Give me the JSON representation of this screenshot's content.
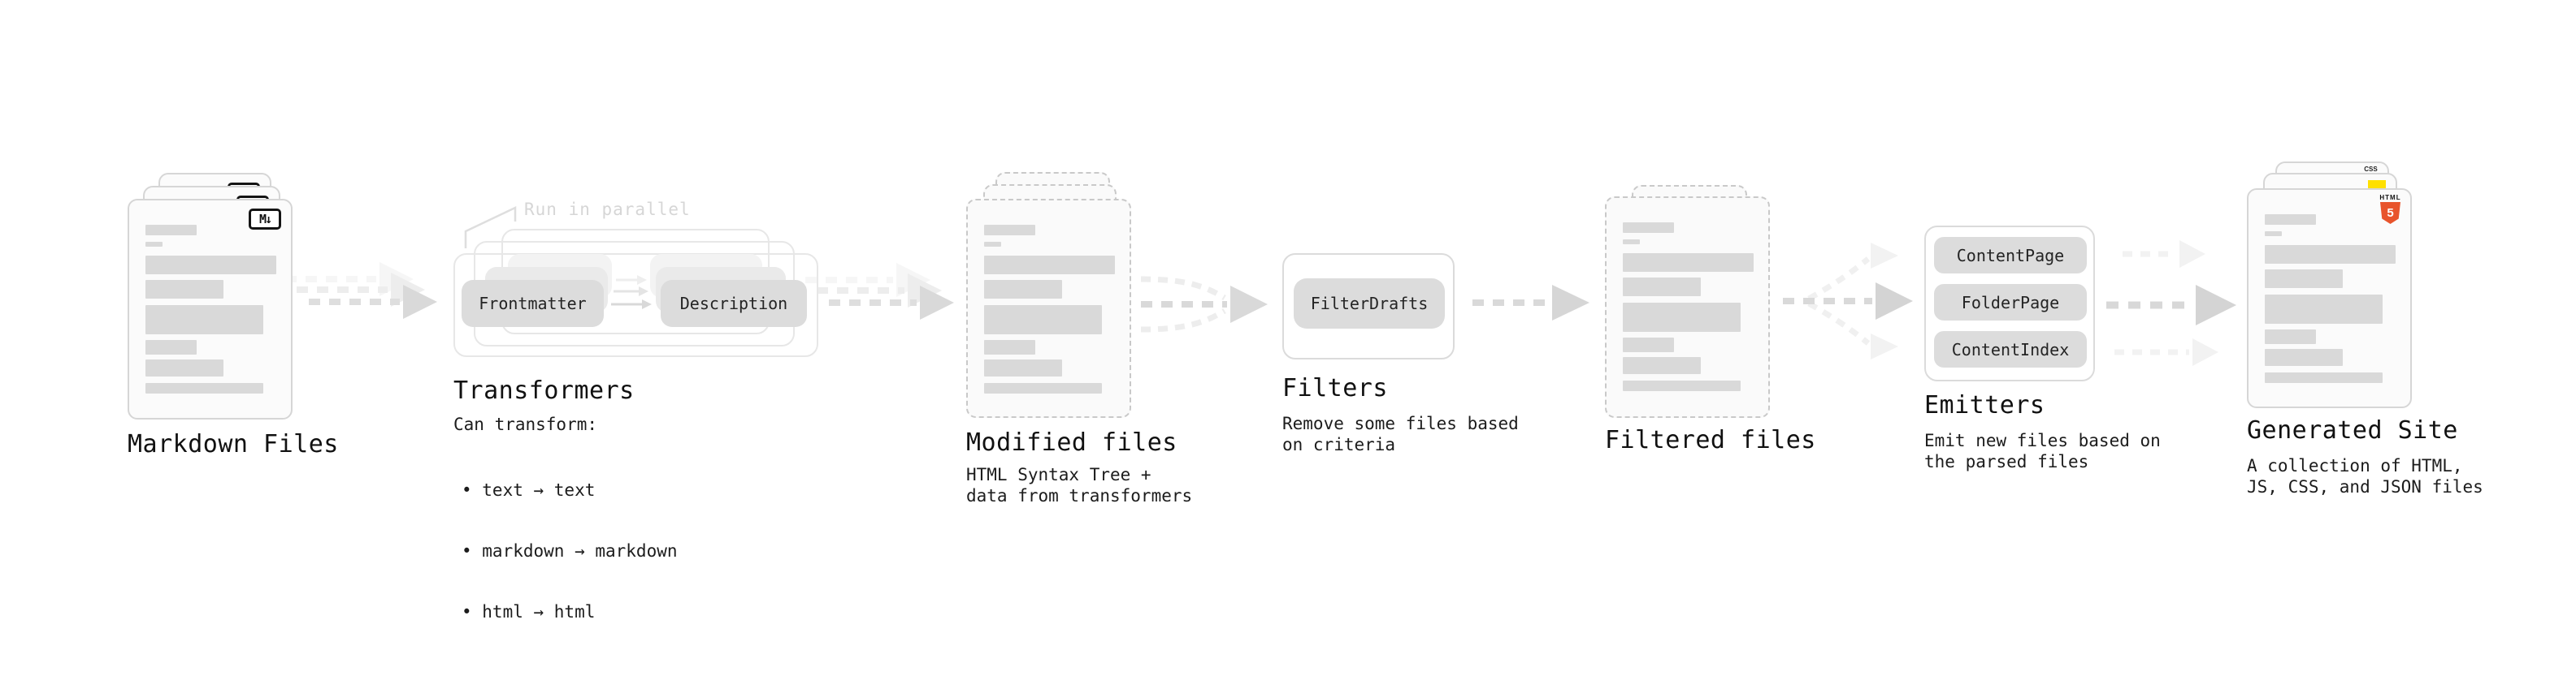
{
  "colors": {
    "html5_orange": "#e8542c",
    "js_yellow": "#ffe000",
    "css_blue": "#2f6be4",
    "pill_gray": "#dcdcdc",
    "bar_gray": "#d9d9d9",
    "arrow_gray": "#d9d9d9"
  },
  "stages": {
    "markdown": {
      "title": "Markdown Files",
      "badge": "M↓"
    },
    "transformers": {
      "title": "Transformers",
      "note": "Run in parallel",
      "pills": {
        "frontmatter": "Frontmatter",
        "description": "Description"
      },
      "desc_heading": "Can transform:",
      "bullets": [
        "• text → text",
        "• markdown → markdown",
        "• html → html"
      ]
    },
    "modified": {
      "title": "Modified files",
      "desc": "HTML Syntax Tree +\ndata from transformers"
    },
    "filters": {
      "title": "Filters",
      "pill": "FilterDrafts",
      "desc": "Remove some files based\non criteria"
    },
    "filtered": {
      "title": "Filtered files"
    },
    "emitters": {
      "title": "Emitters",
      "pills": [
        "ContentPage",
        "FolderPage",
        "ContentIndex"
      ],
      "desc": "Emit new files based on\nthe parsed files"
    },
    "generated": {
      "title": "Generated Site",
      "desc": "A collection of HTML,\nJS, CSS, and JSON files",
      "badges": {
        "html_word": "HTML",
        "html_number": "5",
        "css": "CSS"
      }
    }
  }
}
